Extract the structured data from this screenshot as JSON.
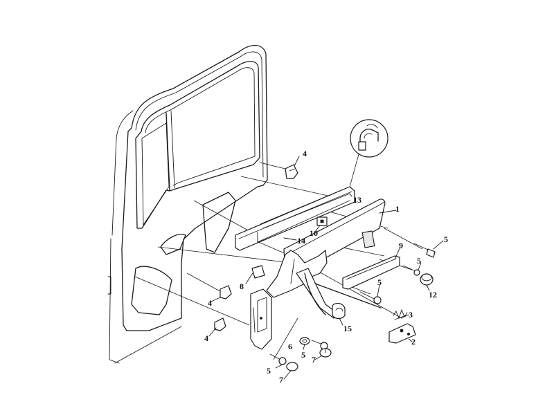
{
  "callouts": [
    {
      "id": "c1",
      "text": "1"
    },
    {
      "id": "c2",
      "text": "2"
    },
    {
      "id": "c3",
      "text": "3"
    },
    {
      "id": "c4a",
      "text": "4"
    },
    {
      "id": "c4b",
      "text": "4"
    },
    {
      "id": "c4c",
      "text": "4"
    },
    {
      "id": "c5a",
      "text": "5"
    },
    {
      "id": "c5b",
      "text": "5"
    },
    {
      "id": "c5c",
      "text": "5"
    },
    {
      "id": "c5d",
      "text": "5"
    },
    {
      "id": "c5e",
      "text": "5"
    },
    {
      "id": "c6",
      "text": "6"
    },
    {
      "id": "c7a",
      "text": "7"
    },
    {
      "id": "c7b",
      "text": "7"
    },
    {
      "id": "c8",
      "text": "8"
    },
    {
      "id": "c9",
      "text": "9"
    },
    {
      "id": "c10",
      "text": "10"
    },
    {
      "id": "c12",
      "text": "12"
    },
    {
      "id": "c13",
      "text": "13"
    },
    {
      "id": "c14",
      "text": "14"
    },
    {
      "id": "c15",
      "text": "15"
    }
  ]
}
